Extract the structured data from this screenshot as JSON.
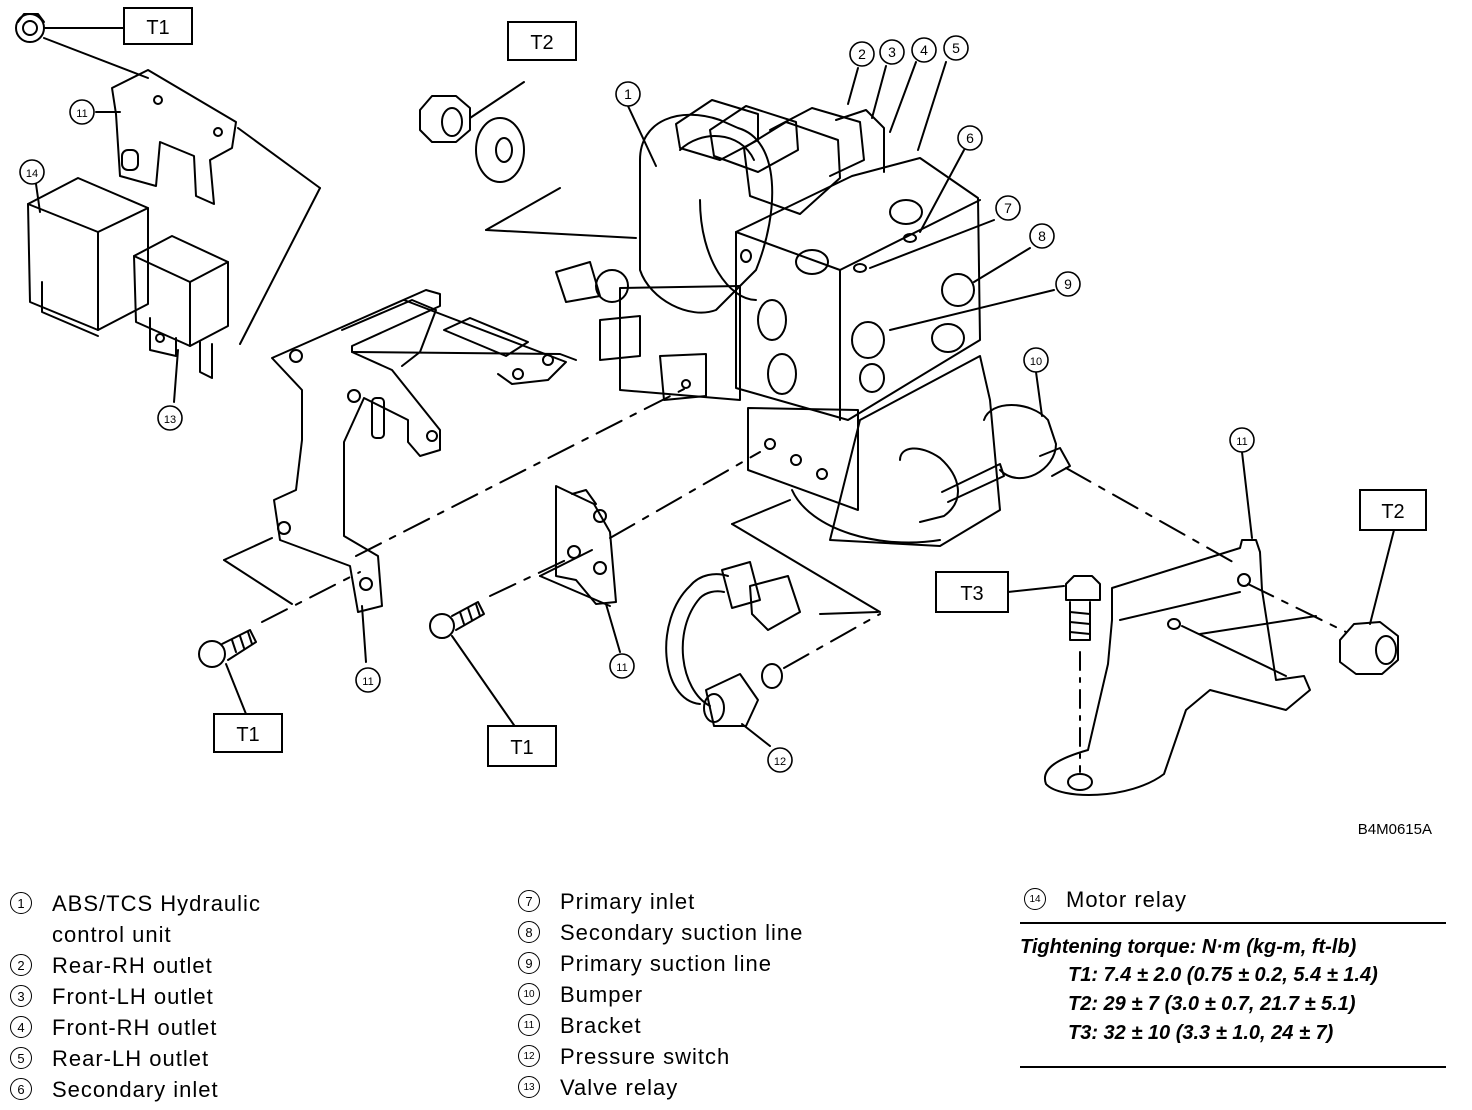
{
  "diagram": {
    "figure_code": "B4M0615A",
    "callouts": {
      "t1": "T1",
      "t2": "T2",
      "t3": "T3"
    },
    "part_numbers": [
      "1",
      "2",
      "3",
      "4",
      "5",
      "6",
      "7",
      "8",
      "9",
      "10",
      "11",
      "12",
      "13",
      "14"
    ]
  },
  "legend": {
    "column1": [
      {
        "num": "1",
        "label": "ABS/TCS Hydraulic",
        "label2": "control unit"
      },
      {
        "num": "2",
        "label": "Rear-RH outlet"
      },
      {
        "num": "3",
        "label": "Front-LH outlet"
      },
      {
        "num": "4",
        "label": "Front-RH outlet"
      },
      {
        "num": "5",
        "label": "Rear-LH outlet"
      },
      {
        "num": "6",
        "label": "Secondary inlet"
      }
    ],
    "column2": [
      {
        "num": "7",
        "label": "Primary inlet"
      },
      {
        "num": "8",
        "label": "Secondary suction line"
      },
      {
        "num": "9",
        "label": "Primary suction line"
      },
      {
        "num": "10",
        "label": "Bumper"
      },
      {
        "num": "11",
        "label": "Bracket"
      },
      {
        "num": "12",
        "label": "Pressure switch"
      },
      {
        "num": "13",
        "label": "Valve relay"
      }
    ],
    "column3": [
      {
        "num": "14",
        "label": "Motor relay"
      }
    ]
  },
  "torque": {
    "title": "Tightening torque: N·m (kg-m, ft-lb)",
    "t1": "T1: 7.4 ± 2.0 (0.75 ± 0.2, 5.4 ± 1.4)",
    "t2": "T2: 29 ± 7 (3.0 ± 0.7, 21.7 ± 5.1)",
    "t3": "T3: 32 ± 10 (3.3 ± 1.0, 24 ± 7)"
  }
}
